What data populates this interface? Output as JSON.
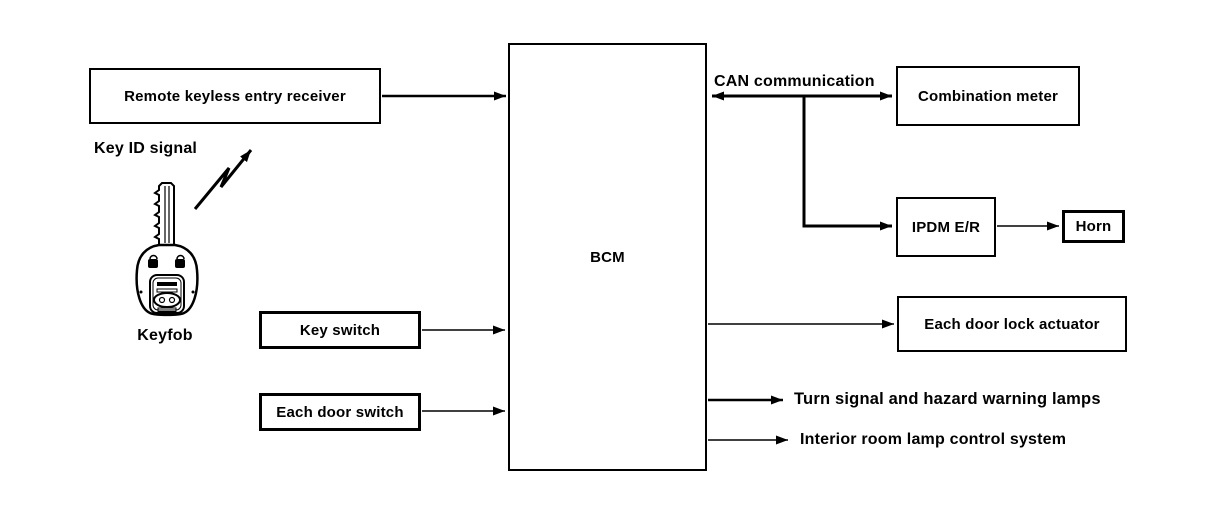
{
  "colors": {
    "background": "#ffffff",
    "ink": "#000000"
  },
  "nodes": {
    "receiver": {
      "label": "Remote keyless entry receiver"
    },
    "key_switch": {
      "label": "Key switch"
    },
    "each_door_switch": {
      "label": "Each door switch"
    },
    "bcm": {
      "label": "BCM"
    },
    "combination_meter": {
      "label": "Combination meter"
    },
    "ipdm_er": {
      "label": "IPDM E/R"
    },
    "horn": {
      "label": "Horn"
    },
    "door_lock_actuator": {
      "label": "Each door lock actuator"
    }
  },
  "labels": {
    "key_id_signal": "Key ID signal",
    "keyfob": "Keyfob",
    "can_communication": "CAN communication",
    "turn_signal_lamps": "Turn signal and hazard warning lamps",
    "interior_room_lamp": "Interior room lamp control system"
  }
}
